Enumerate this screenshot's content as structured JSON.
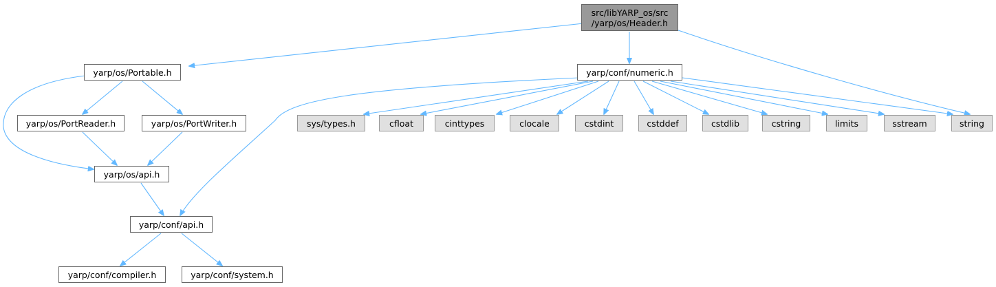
{
  "diagram": {
    "root": {
      "line1": "src/libYARP_os/src",
      "line2": "/yarp/os/Header.h"
    },
    "nodes": {
      "portable": "yarp/os/Portable.h",
      "numeric": "yarp/conf/numeric.h",
      "port_reader": "yarp/os/PortReader.h",
      "port_writer": "yarp/os/PortWriter.h",
      "os_api": "yarp/os/api.h",
      "conf_api": "yarp/conf/api.h",
      "compiler": "yarp/conf/compiler.h",
      "system": "yarp/conf/system.h"
    },
    "system_headers": {
      "sys_types": "sys/types.h",
      "cfloat": "cfloat",
      "cinttypes": "cinttypes",
      "clocale": "clocale",
      "cstdint": "cstdint",
      "cstddef": "cstddef",
      "cstdlib": "cstdlib",
      "cstring": "cstring",
      "limits": "limits",
      "sstream": "sstream",
      "string": "string"
    },
    "colors": {
      "edge": "#63b8ff",
      "root_fill": "#999999",
      "system_fill": "#e0e0e0",
      "node_border": "#666666"
    }
  }
}
